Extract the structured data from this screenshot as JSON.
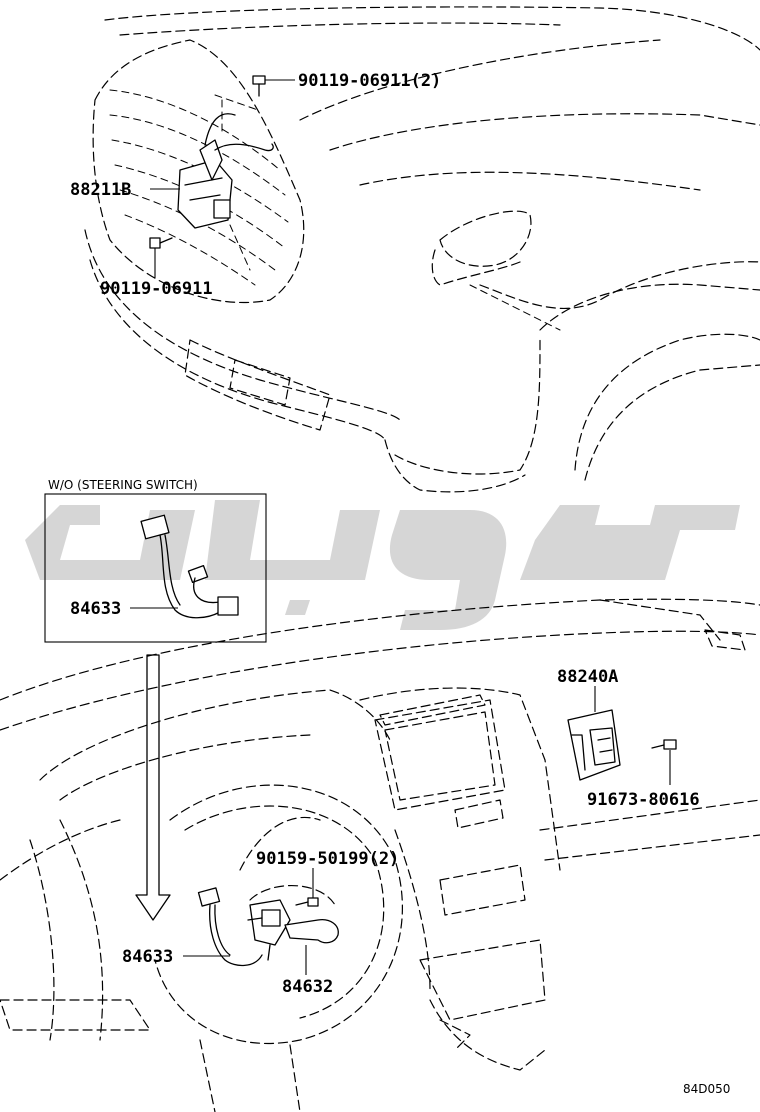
{
  "callouts": {
    "bolt_upper": "90119-06911(2)",
    "radar_sensor": "88211B",
    "bolt_lower": "90119-06911",
    "variant_box_caption": "W/O (STEERING SWITCH)",
    "harness_variant": "84633",
    "ecu": "88240A",
    "ecu_screw": "91673-80616",
    "switch_screws": "90159-50199(2)",
    "harness_main": "84633",
    "switch_assembly": "84632"
  },
  "figure_code": "84D050",
  "icons": {
    "watermark": "logo-watermark",
    "arrow": "down-arrow-icon"
  }
}
